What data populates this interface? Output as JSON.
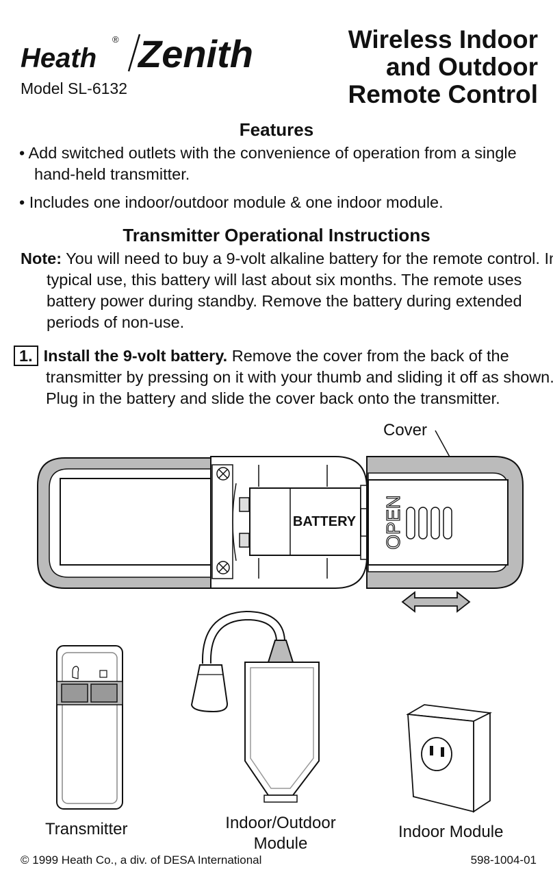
{
  "brand": {
    "heath": "Heath",
    "zenith": "Zenith",
    "registered": "®"
  },
  "model": "Model SL-6132",
  "title": {
    "line1": "Wireless Indoor",
    "line2": "and Outdoor",
    "line3": "Remote Control"
  },
  "features": {
    "heading": "Features",
    "items": [
      "• Add switched outlets with the convenience of operation from a single hand-held transmitter.",
      "• Includes one indoor/outdoor module & one indoor module."
    ]
  },
  "instructions": {
    "heading": "Transmitter Operational Instructions",
    "note_label": "Note:",
    "note_text": "You will need to buy a 9-volt alkaline battery for the remote control. In typical use, this battery will last about six months. The remote uses battery power during standby. Remove the battery during extended periods of non-use.",
    "step1_number": "1.",
    "step1_heading": "Install the 9-volt battery.",
    "step1_text": "Remove the cover from the back of the transmitter by pressing on it with your thumb and sliding it off as shown. Plug in the battery and slide the cover back onto the transmitter."
  },
  "diagram": {
    "cover_label": "Cover",
    "battery_label": "BATTERY",
    "open_label": "OPEN"
  },
  "captions": {
    "transmitter": "Transmitter",
    "outdoor_line1": "Indoor/Outdoor",
    "outdoor_line2": "Module",
    "indoor": "Indoor Module"
  },
  "footer": {
    "copyright": "© 1999 Heath Co., a div. of DESA International",
    "part_number": "598-1004-01"
  }
}
